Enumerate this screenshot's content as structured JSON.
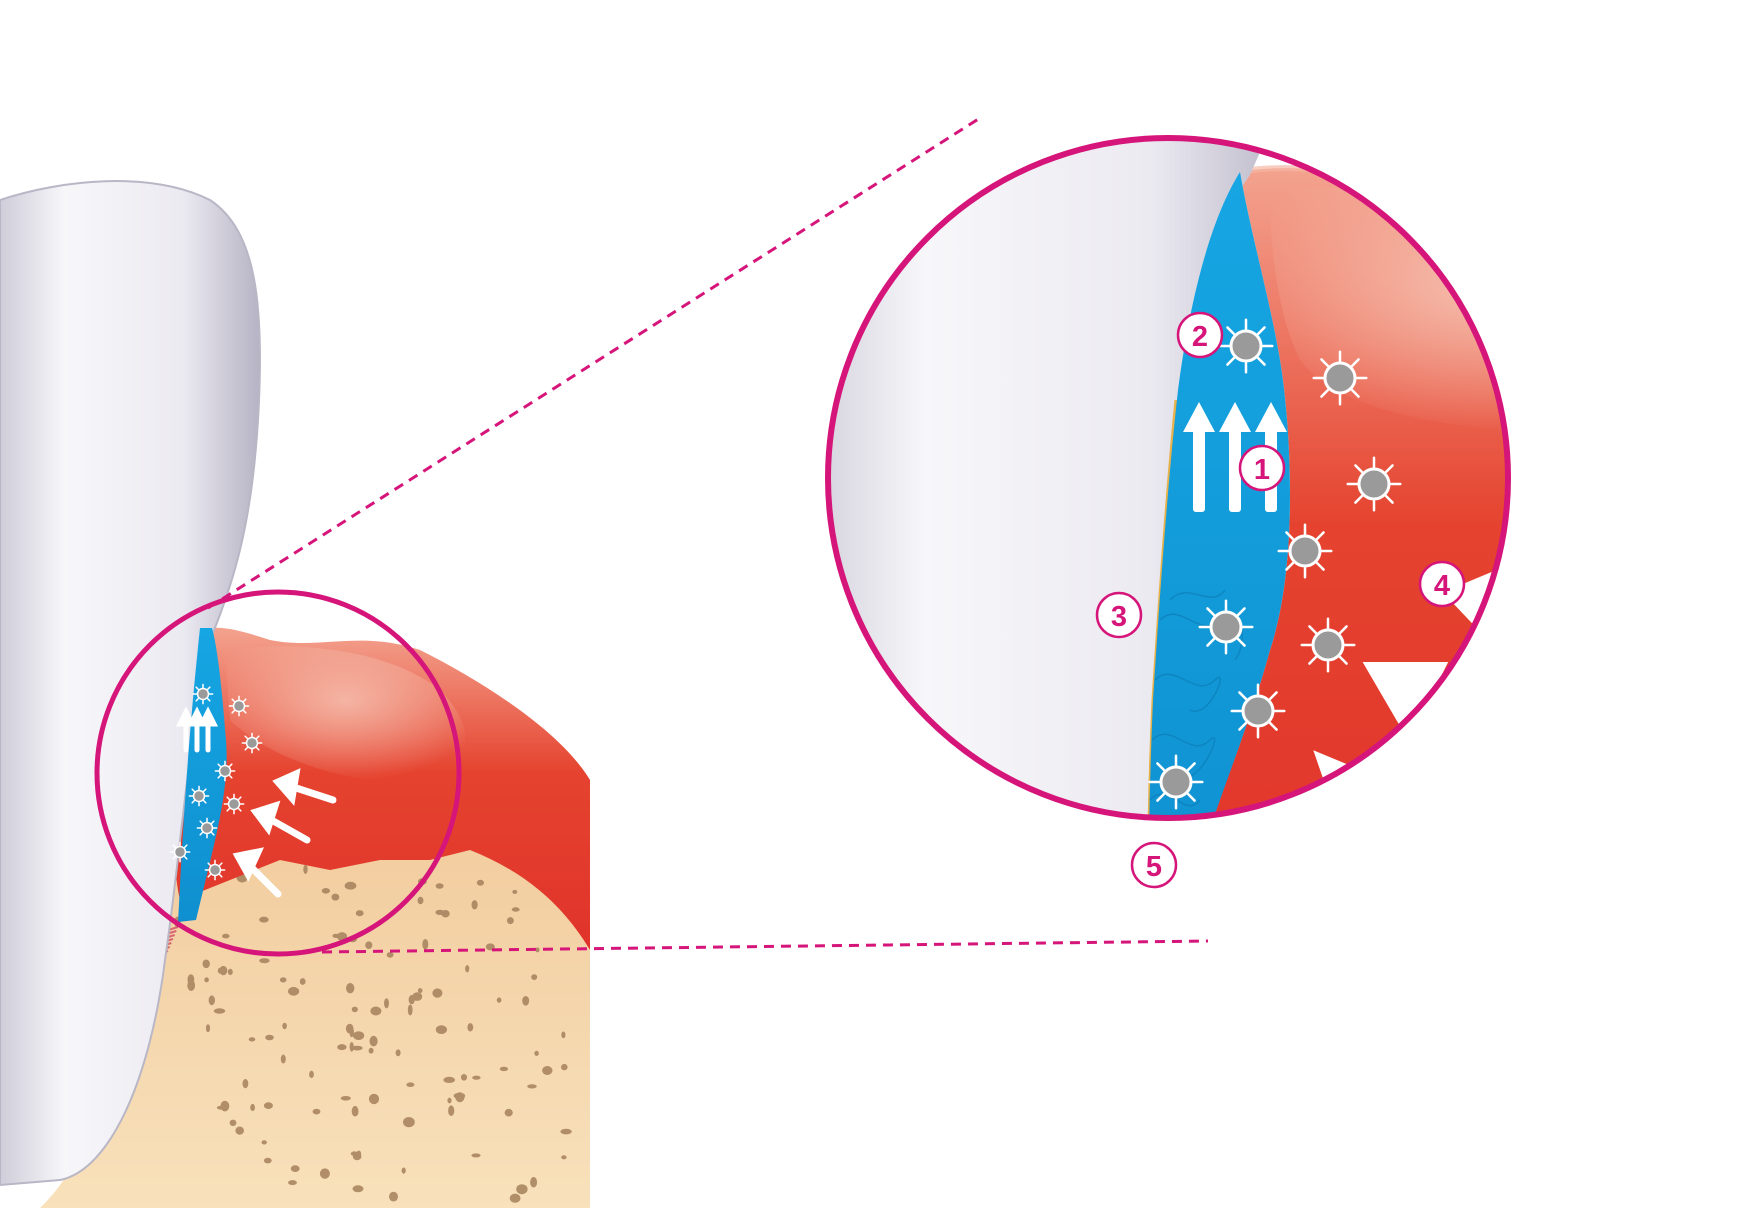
{
  "callouts": [
    {
      "label": "1"
    },
    {
      "label": "2"
    },
    {
      "label": "3"
    },
    {
      "label": "4"
    },
    {
      "label": "5"
    }
  ],
  "colors": {
    "accent": "#d6157a",
    "tooth": "#eeedf3",
    "tooth_shade": "#b9b6c6",
    "gum": "#e23a2f",
    "gum_light": "#f2a08c",
    "bone": "#f6d9ae",
    "bone_pores": "#a5815c",
    "fluid": "#149fdc",
    "bacteria": "#9a9a9a"
  },
  "icons": {
    "bacteria": "bacteria-icon",
    "arrow": "arrow-icon"
  }
}
